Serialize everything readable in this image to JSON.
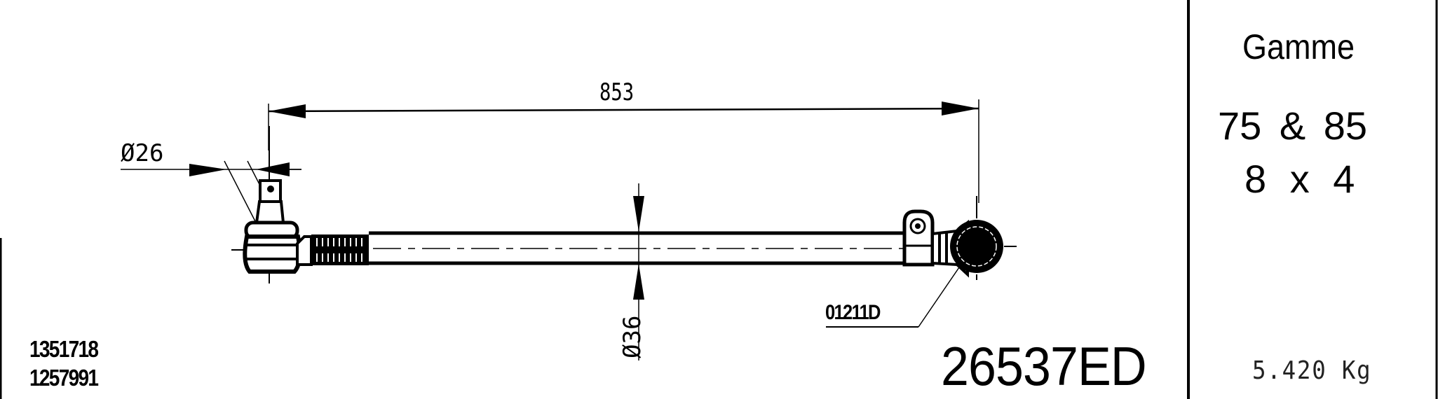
{
  "drawing": {
    "part_number": "26537ED",
    "references": [
      "1351718",
      "1257991"
    ],
    "callout_part": "01211D",
    "dimensions": {
      "length": "853",
      "diameter_ball_pin": "Ø26",
      "diameter_tube": "Ø36"
    }
  },
  "info_panel": {
    "label": "Gamme",
    "range_line_1": "75 & 85",
    "range_line_2": "8 x 4",
    "weight": "5.420 Kg"
  },
  "colors": {
    "ink": "#000000",
    "paper": "#ffffff"
  }
}
